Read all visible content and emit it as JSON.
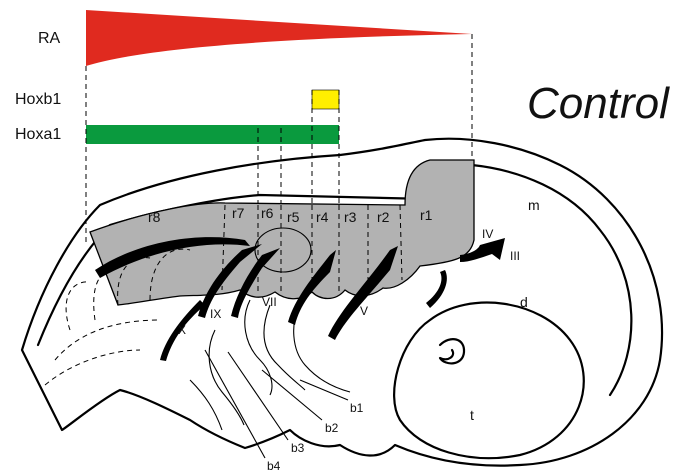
{
  "title": "Control",
  "expression": {
    "ra": {
      "label": "RA",
      "color": "#e02a1f"
    },
    "hoxb1": {
      "label": "Hoxb1",
      "color": "#ffef00"
    },
    "hoxa1": {
      "label": "Hoxa1",
      "color": "#0a9a3e"
    }
  },
  "hindbrain_color": "#b2b2b2",
  "rhombomeres": [
    "r8",
    "r7",
    "r6",
    "r5",
    "r4",
    "r3",
    "r2",
    "r1"
  ],
  "brain_regions": {
    "midbrain": "m",
    "diencephalon": "d",
    "telencephalon": "t"
  },
  "cranial_nerves": [
    "IV",
    "III",
    "V",
    "VII",
    "IX",
    "X"
  ],
  "branchial_arches": [
    "b1",
    "b2",
    "b3",
    "b4"
  ]
}
